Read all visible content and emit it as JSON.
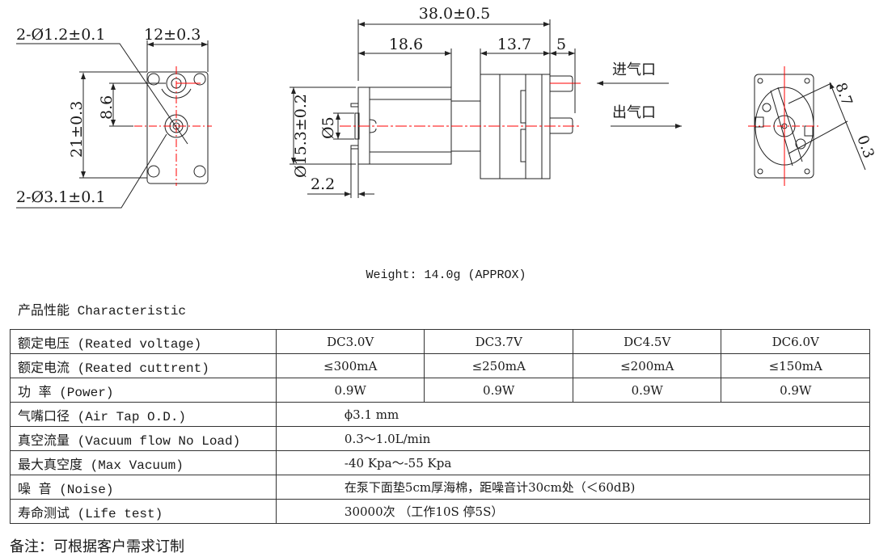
{
  "drawing": {
    "front": {
      "hole_note": "2-Ø1.2±0.1",
      "width": "12±0.3",
      "height": "21±0.3",
      "port_spacing": "8.6",
      "port_note": "2-Ø3.1±0.1"
    },
    "side": {
      "length": "38.0±0.5",
      "motor_len": "18.6",
      "head_len": "13.7",
      "port_len": "5",
      "diameter": "Ø15.3±0.2",
      "shaft": "Ø5",
      "flange": "2.2",
      "inlet": "进气口",
      "outlet": "出气口"
    },
    "back": {
      "dim_a": "8.7",
      "dim_b": "0.3"
    },
    "accent_color": "#ff0000"
  },
  "weight": "Weight: 14.0g (APPROX)",
  "section_title": "产品性能  Characteristic",
  "table": {
    "rows": [
      {
        "label": "额定电压 (Reated voltage)",
        "values": [
          "DC3.0V",
          "DC3.7V",
          "DC4.5V",
          "DC6.0V"
        ]
      },
      {
        "label": "额定电流 (Reated cuttrent)",
        "values": [
          "≤300mA",
          "≤250mA",
          "≤200mA",
          "≤150mA"
        ]
      },
      {
        "label": "功    率 (Power)",
        "values": [
          "0.9W",
          "0.9W",
          "0.9W",
          "0.9W"
        ]
      },
      {
        "label": "气嘴口径 (Air Tap O.D.)",
        "value": "ϕ3.1 mm"
      },
      {
        "label": "真空流量 (Vacuum flow No Load)",
        "value": "0.3～1.0L/min"
      },
      {
        "label": "最大真空度 (Max Vacuum)",
        "value": "-40 Kpa～-55 Kpa"
      },
      {
        "label": "噪    音 (Noise)",
        "value": "在泵下面垫5cm厚海棉，距噪音计30cm处（＜60dB)"
      },
      {
        "label": "寿命测试 (Life test)",
        "value": "30000次 （工作10S 停5S）"
      }
    ]
  },
  "note": "备注：可根据客户需求订制"
}
